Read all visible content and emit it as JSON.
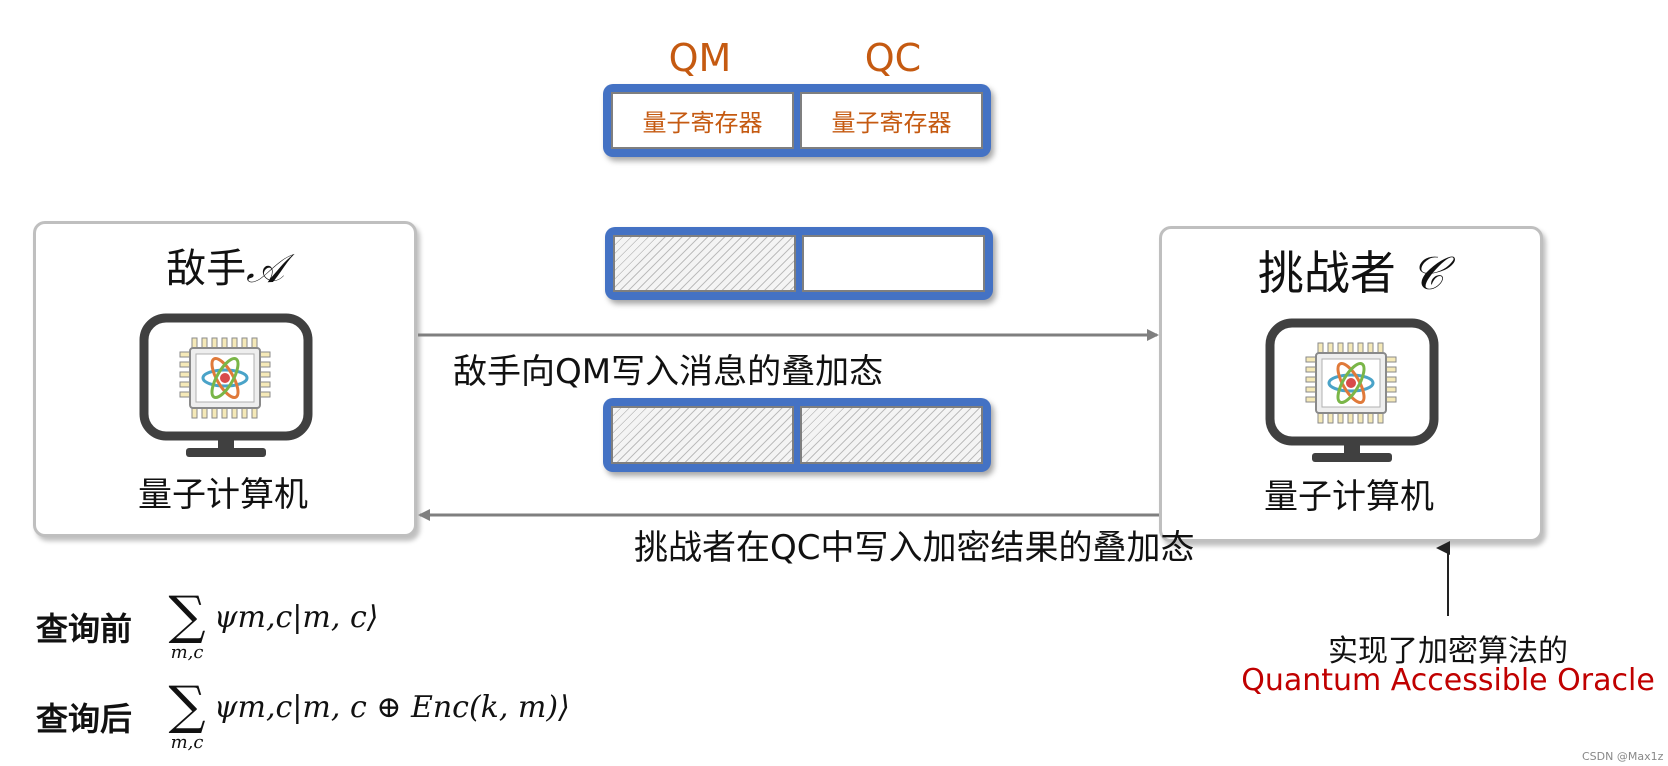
{
  "registers": {
    "qm_label": "QM",
    "qc_label": "QC",
    "cell_text": "量子寄存器"
  },
  "adversary": {
    "title": "敌手",
    "symbol": "𝒜",
    "caption": "量子计算机",
    "icon": "quantum-computer-icon"
  },
  "challenger": {
    "title": "挑战者",
    "symbol": "𝒞",
    "caption": "量子计算机",
    "icon": "quantum-computer-icon"
  },
  "arrows": {
    "forward_text": "敌手向QM写入消息的叠加态",
    "back_text": "挑战者在QC中写入加密结果的叠加态"
  },
  "oracle_note": {
    "line1": "实现了加密算法的",
    "line2": "Quantum Accessible Oracle"
  },
  "formulas": {
    "before_label": "查询前",
    "before_expr": "ψm,c|m, c⟩",
    "after_label": "查询后",
    "after_expr": "ψm,c|m, c ⊕ Enc(k, m)⟩",
    "sum_subscript": "m,c"
  },
  "watermark": "CSDN @Max1z",
  "colors": {
    "register_frame": "#4472c4",
    "accent_orange": "#c55a11",
    "accent_red": "#c00000",
    "hatch": "#bdbdbd"
  }
}
